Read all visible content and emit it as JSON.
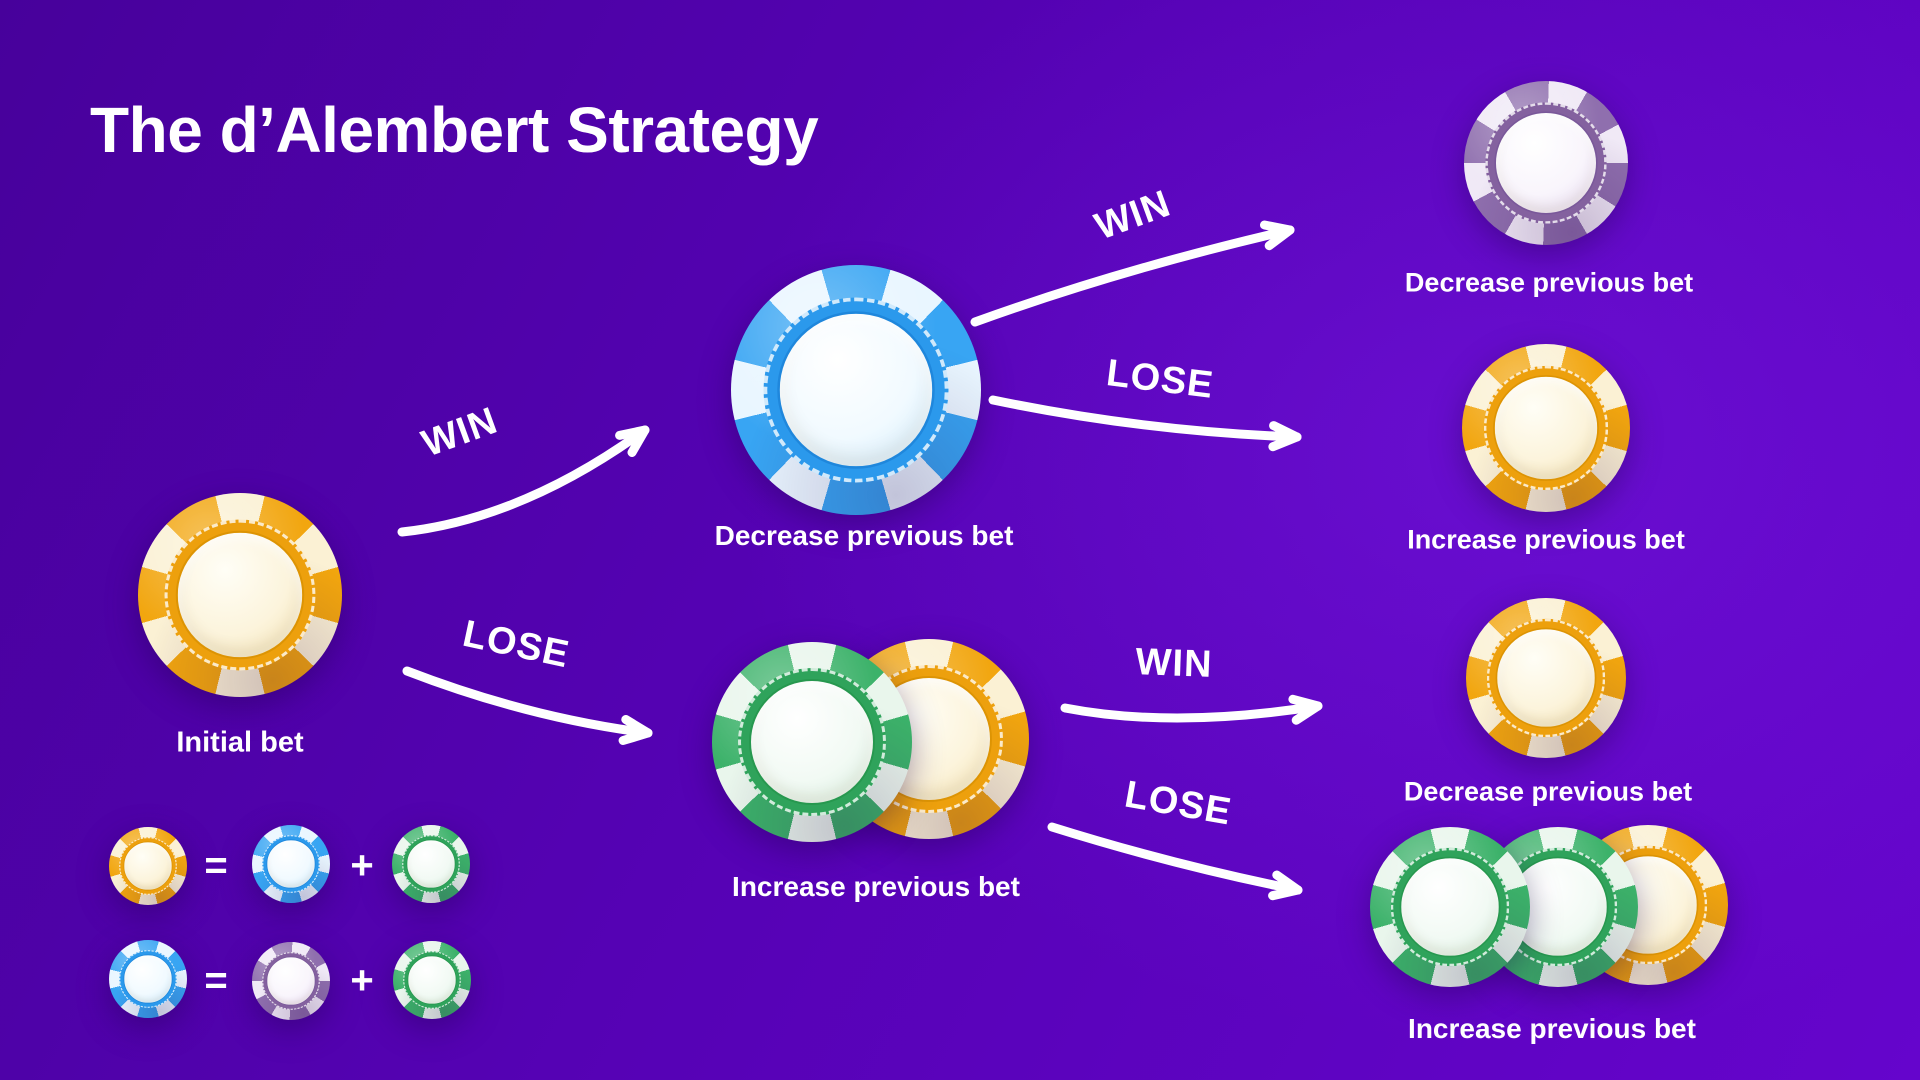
{
  "title": "The d’Alembert Strategy",
  "nodes": {
    "initial": {
      "label": "Initial bet",
      "chips": [
        "yellow"
      ]
    },
    "after_win": {
      "label": "Decrease previous bet",
      "chips": [
        "blue"
      ]
    },
    "after_lose": {
      "label": "Increase previous bet",
      "chips": [
        "green",
        "yellow"
      ]
    },
    "win_win": {
      "label": "Decrease previous bet",
      "chips": [
        "purple"
      ]
    },
    "win_lose": {
      "label": "Increase previous bet",
      "chips": [
        "yellow"
      ]
    },
    "lose_win": {
      "label": "Decrease previous bet",
      "chips": [
        "yellow"
      ]
    },
    "lose_lose": {
      "label": "Increase previous bet",
      "chips": [
        "green",
        "green",
        "yellow"
      ]
    }
  },
  "edges": {
    "win1": "WIN",
    "lose1": "LOSE",
    "win2": "WIN",
    "lose2": "LOSE",
    "win3": "WIN",
    "lose3": "LOSE"
  },
  "legend": {
    "equals": "=",
    "plus": "+",
    "rows": [
      {
        "result": "yellow-chip",
        "operand1": "blue-chip",
        "operand2": "green-chip"
      },
      {
        "result": "blue-chip",
        "operand1": "purple-chip",
        "operand2": "green-chip"
      }
    ]
  },
  "colors": {
    "background_start": "#47019B",
    "background_end": "#6505CC",
    "chip_yellow": "#F2A60F",
    "chip_blue": "#38A5F3",
    "chip_green": "#3CB26A",
    "chip_purple": "#8F6FAE",
    "text": "#FFFFFF"
  }
}
